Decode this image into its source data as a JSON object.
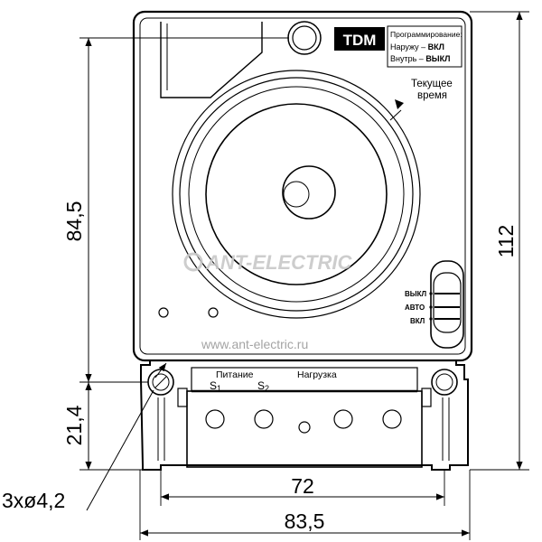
{
  "brand": {
    "logo_text": "TDM"
  },
  "programming_note": {
    "title": "Программирование:",
    "outside_prefix": "Наружу",
    "outside_value": "ВКЛ",
    "inside_prefix": "Внутрь",
    "inside_value": "ВЫКЛ"
  },
  "current_time": {
    "line1": "Текущее",
    "line2": "время"
  },
  "mode_switch": {
    "off_label": "ВЫКЛ",
    "auto_label": "АВТО",
    "on_label": "ВКЛ"
  },
  "terminal_block": {
    "power_label": "Питание",
    "load_label": "Нагрузка",
    "s1_main": "S",
    "s1_sub": "1",
    "s2_main": "S",
    "s2_sub": "2"
  },
  "watermark": {
    "brand": "ANT-ELECTRIC",
    "url": "www.ant-electric.ru"
  },
  "dimensions": {
    "total_height": "112",
    "body_height": "84,5",
    "terminal_height": "21,4",
    "mount_width": "72",
    "total_width": "83,5",
    "holes": "3xø4,2"
  }
}
